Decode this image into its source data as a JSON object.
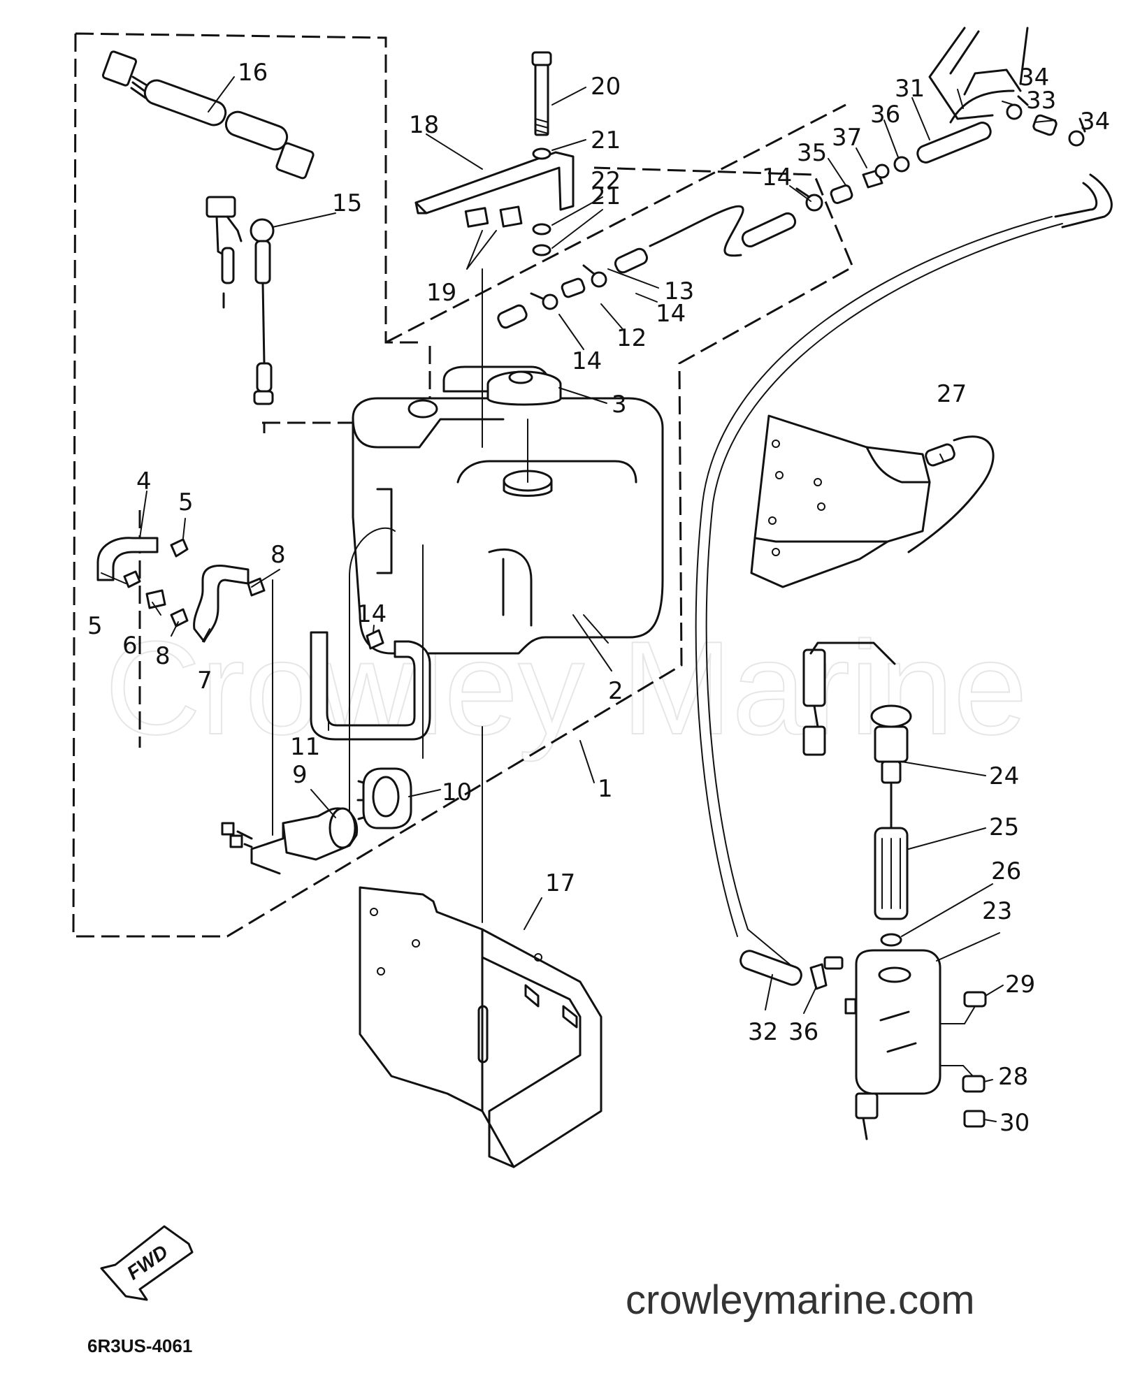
{
  "diagram": {
    "watermark_text": "Crowley Marine",
    "site_text": "crowleymarine.com",
    "drawing_code": "6R3US-4061",
    "fwd_label": "FWD",
    "callouts": [
      {
        "id": "c1",
        "text": "1"
      },
      {
        "id": "c2",
        "text": "2"
      },
      {
        "id": "c3",
        "text": "3"
      },
      {
        "id": "c4",
        "text": "4"
      },
      {
        "id": "c5a",
        "text": "5"
      },
      {
        "id": "c5b",
        "text": "5"
      },
      {
        "id": "c6",
        "text": "6"
      },
      {
        "id": "c7",
        "text": "7"
      },
      {
        "id": "c8a",
        "text": "8"
      },
      {
        "id": "c8b",
        "text": "8"
      },
      {
        "id": "c9",
        "text": "9"
      },
      {
        "id": "c10",
        "text": "10"
      },
      {
        "id": "c11",
        "text": "11"
      },
      {
        "id": "c12",
        "text": "12"
      },
      {
        "id": "c13",
        "text": "13"
      },
      {
        "id": "c14a",
        "text": "14"
      },
      {
        "id": "c14b",
        "text": "14"
      },
      {
        "id": "c14c",
        "text": "14"
      },
      {
        "id": "c14d",
        "text": "14"
      },
      {
        "id": "c15",
        "text": "15"
      },
      {
        "id": "c16",
        "text": "16"
      },
      {
        "id": "c17",
        "text": "17"
      },
      {
        "id": "c18",
        "text": "18"
      },
      {
        "id": "c19",
        "text": "19"
      },
      {
        "id": "c20",
        "text": "20"
      },
      {
        "id": "c21a",
        "text": "21"
      },
      {
        "id": "c21b",
        "text": "21"
      },
      {
        "id": "c22",
        "text": "22"
      },
      {
        "id": "c23",
        "text": "23"
      },
      {
        "id": "c24",
        "text": "24"
      },
      {
        "id": "c25",
        "text": "25"
      },
      {
        "id": "c26",
        "text": "26"
      },
      {
        "id": "c27",
        "text": "27"
      },
      {
        "id": "c28",
        "text": "28"
      },
      {
        "id": "c29",
        "text": "29"
      },
      {
        "id": "c30",
        "text": "30"
      },
      {
        "id": "c31",
        "text": "31"
      },
      {
        "id": "c32",
        "text": "32"
      },
      {
        "id": "c33",
        "text": "33"
      },
      {
        "id": "c34a",
        "text": "34"
      },
      {
        "id": "c34b",
        "text": "34"
      },
      {
        "id": "c35",
        "text": "35"
      },
      {
        "id": "c36a",
        "text": "36"
      },
      {
        "id": "c36b",
        "text": "36"
      },
      {
        "id": "c37",
        "text": "37"
      }
    ]
  }
}
